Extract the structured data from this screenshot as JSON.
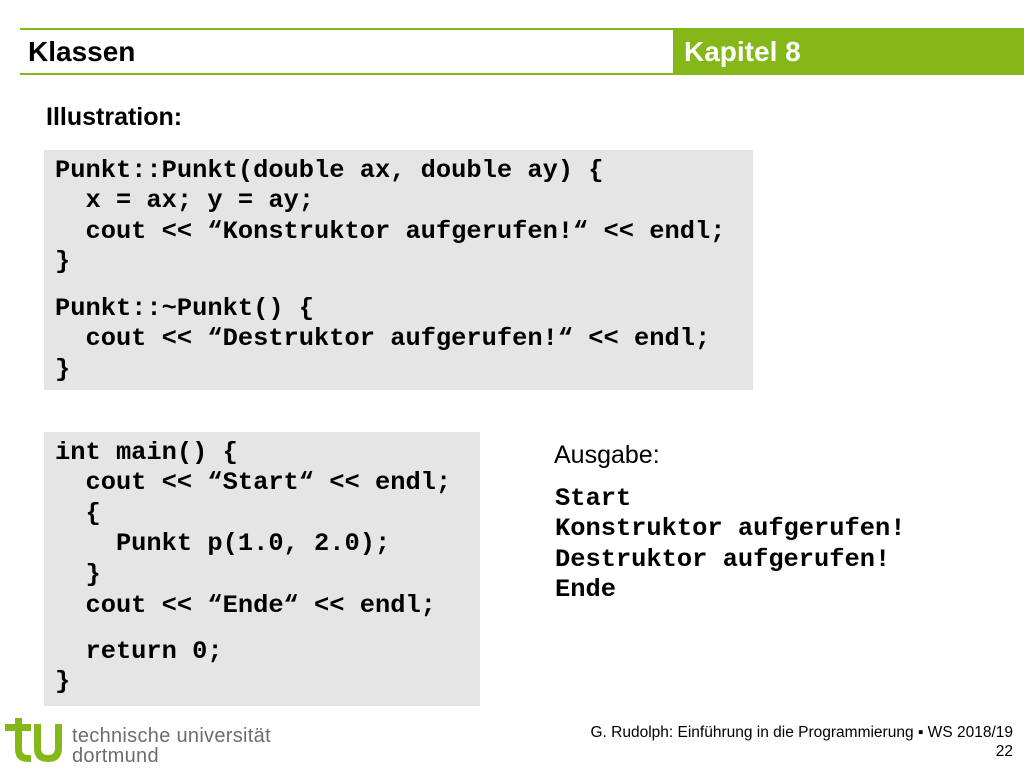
{
  "header": {
    "title": "Klassen",
    "chapter": "Kapitel 8"
  },
  "section_label": "Illustration:",
  "code_blocks": [
    {
      "groups": [
        {
          "lines": [
            "Punkt::Punkt(double ax, double ay) {",
            "  x = ax; y = ay;",
            "  cout << “Konstruktor aufgerufen!“ << endl;",
            "}"
          ]
        },
        {
          "lines": [
            "Punkt::~Punkt() {",
            "  cout << “Destruktor aufgerufen!“ << endl;",
            "}"
          ]
        }
      ]
    },
    {
      "groups": [
        {
          "lines": [
            "int main() {",
            "  cout << “Start“ << endl;",
            "  {",
            "    Punkt p(1.0, 2.0);",
            "  }",
            "  cout << “Ende“ << endl;"
          ]
        },
        {
          "lines": [
            "  return 0;",
            "}"
          ]
        }
      ]
    }
  ],
  "output": {
    "label": "Ausgabe:",
    "lines": [
      "Start",
      "Konstruktor aufgerufen!",
      "Destruktor aufgerufen!",
      "Ende"
    ]
  },
  "footer": {
    "logo_icon": "tu-logo-icon",
    "logo_text": [
      "technische universität",
      "dortmund"
    ],
    "credit": "G. Rudolph: Einführung in die Programmierung ▪ WS 2018/19",
    "page_number": "22"
  },
  "colors": {
    "accent": "#84b819",
    "code_background": "#e5e5e5",
    "text": "#000000",
    "logo_text": "#6d6d6d"
  }
}
